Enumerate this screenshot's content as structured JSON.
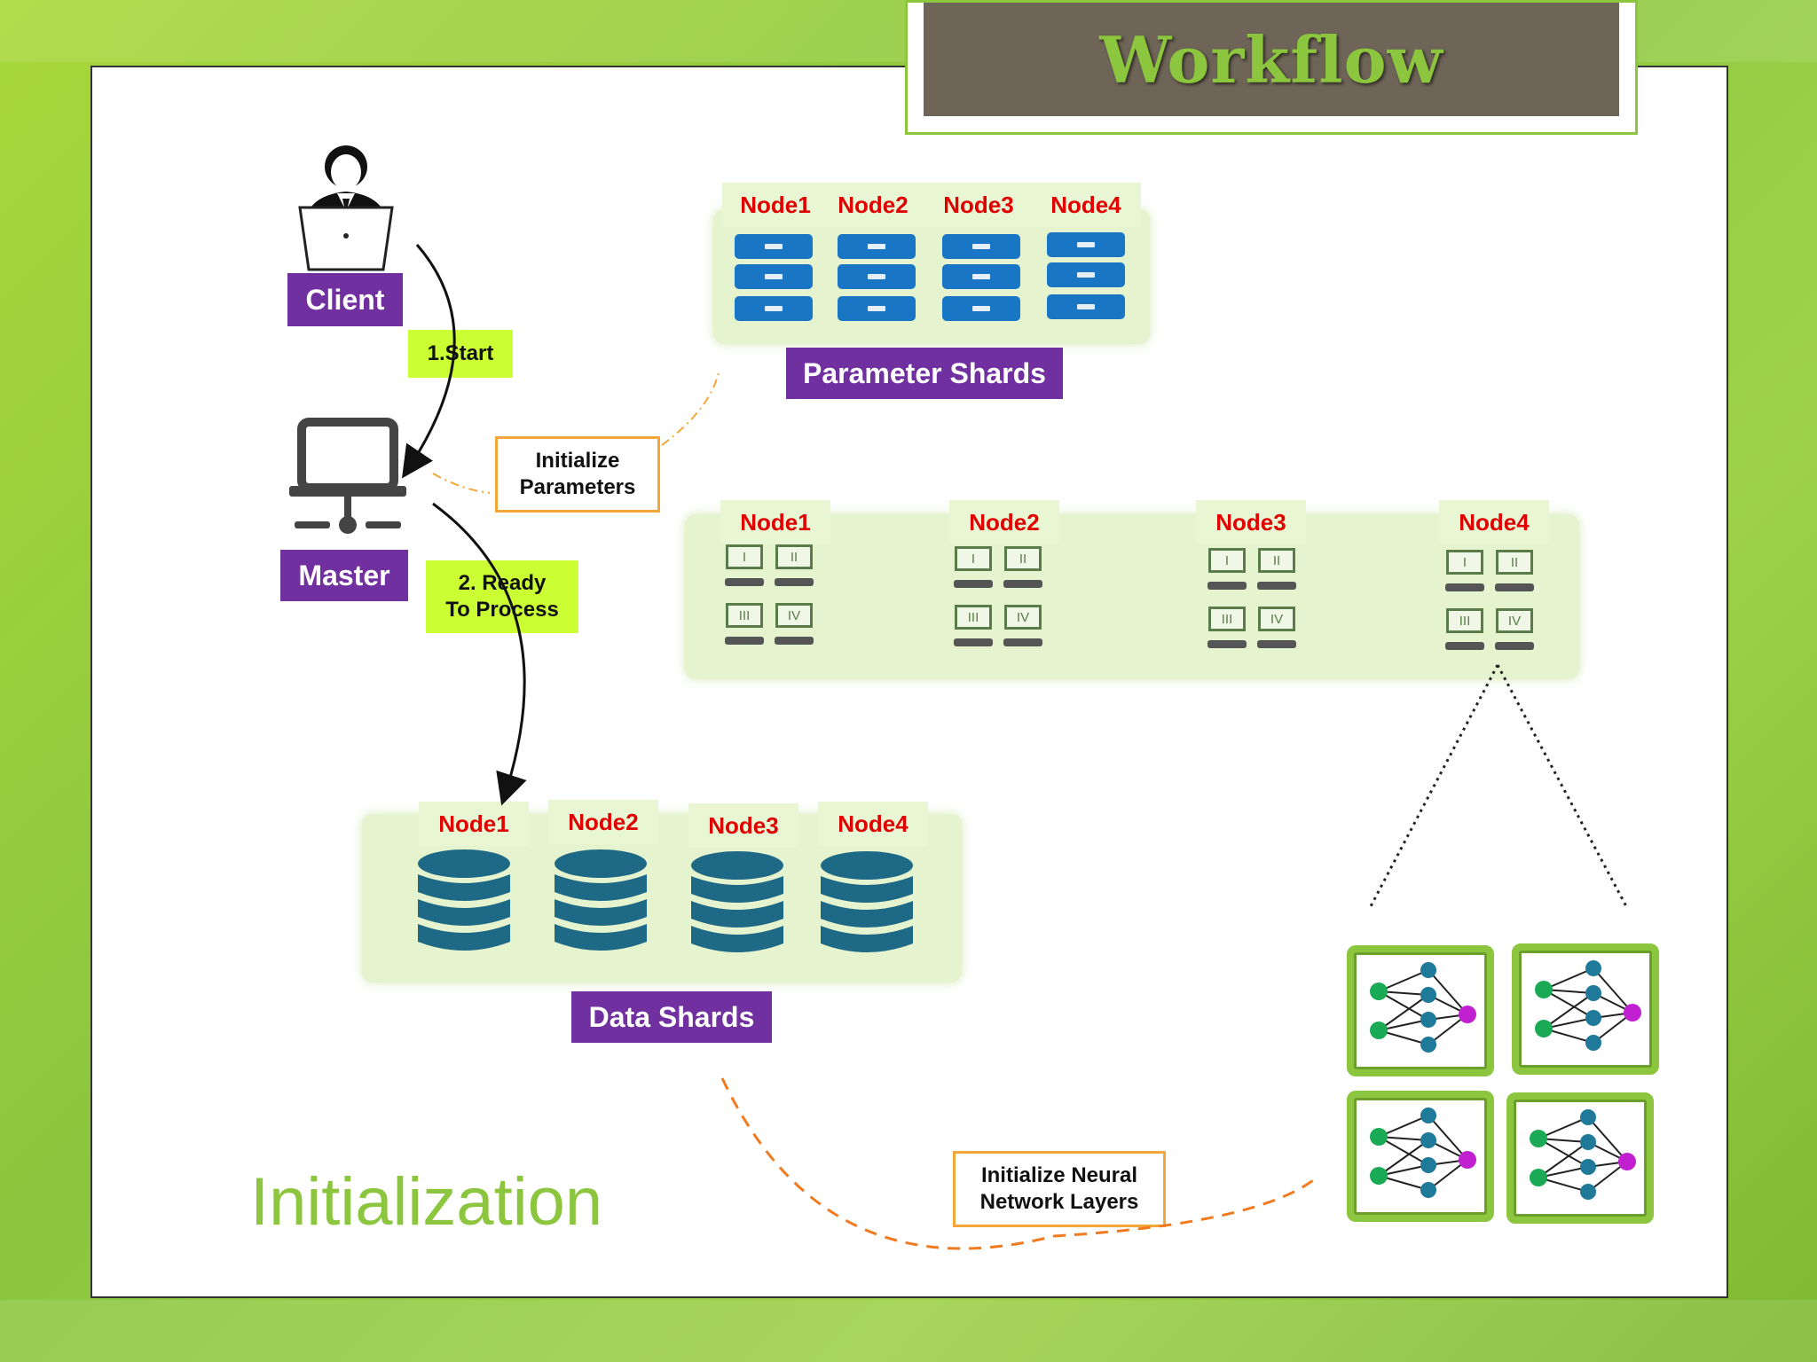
{
  "title": "Workflow",
  "section_title": "Initialization",
  "actors": {
    "client_label": "Client",
    "master_label": "Master"
  },
  "steps": {
    "start": "1.Start",
    "ready": "2. Ready\nTo Process"
  },
  "notes": {
    "init_params": "Initialize\nParameters",
    "init_nn": "Initialize Neural\nNetwork Layers"
  },
  "parameter_shards": {
    "label": "Parameter Shards",
    "nodes": [
      "Node1",
      "Node2",
      "Node3",
      "Node4"
    ]
  },
  "model_replicas": {
    "nodes": [
      "Node1",
      "Node2",
      "Node3",
      "Node4"
    ],
    "shard_numerals": [
      "I",
      "II",
      "III",
      "IV"
    ]
  },
  "data_shards": {
    "label": "Data Shards",
    "nodes": [
      "Node1",
      "Node2",
      "Node3",
      "Node4"
    ]
  },
  "colors": {
    "label_bg": "#7030a0",
    "node_text": "#e00000",
    "step_bg": "#ccff33",
    "note_border": "#f4a63a",
    "accent_green": "#8cc63f",
    "server_blue": "#1976c4",
    "db_teal": "#1e6a86"
  },
  "icons": [
    "user-laptop-icon",
    "master-computer-icon",
    "server-rack-icon",
    "database-icon",
    "neural-network-icon"
  ]
}
